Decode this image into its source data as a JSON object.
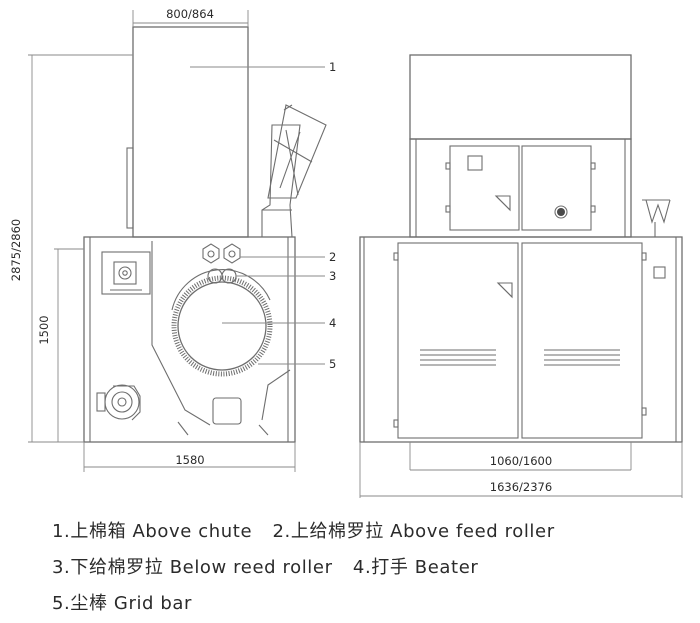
{
  "dimensions": {
    "top_width": "800/864",
    "total_height": "2875/2860",
    "lower_height": "1500",
    "base_width": "1580",
    "inner_width": "1060/1600",
    "overall_width": "1636/2376"
  },
  "callouts": [
    "1",
    "2",
    "3",
    "4",
    "5"
  ],
  "legend": [
    [
      "1.上棉箱 Above chute",
      "2.上给棉罗拉 Above feed roller"
    ],
    [
      "3.下给棉罗拉 Below reed roller",
      "4.打手 Beater"
    ],
    [
      "5.尘棒 Grid bar"
    ]
  ]
}
